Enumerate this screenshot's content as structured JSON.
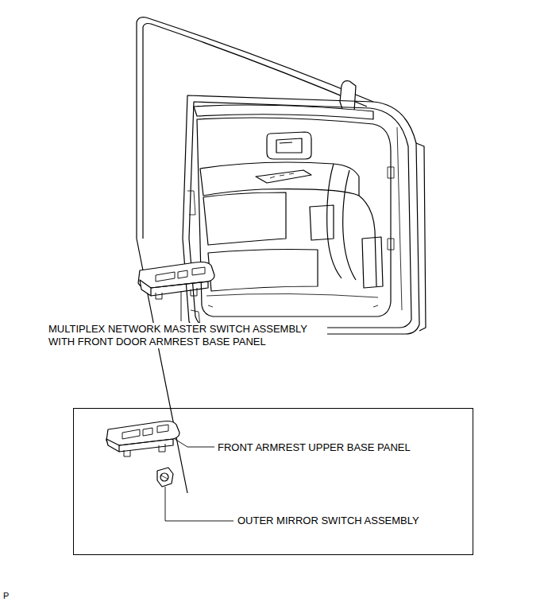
{
  "diagram": {
    "nodes": [
      {
        "text": [
          "FRONT ARMREST UPPER BASE PANEL",
          "OUTER MIRROR SWITCH ASSEMBLY"
        ]
      }
    ],
    "labels": [
      "MULTIPLEX NETWORK MASTER SWITCH ASSEMBLY WITH FRONT DOOR ARMREST BASE PANEL",
      "P"
    ]
  }
}
